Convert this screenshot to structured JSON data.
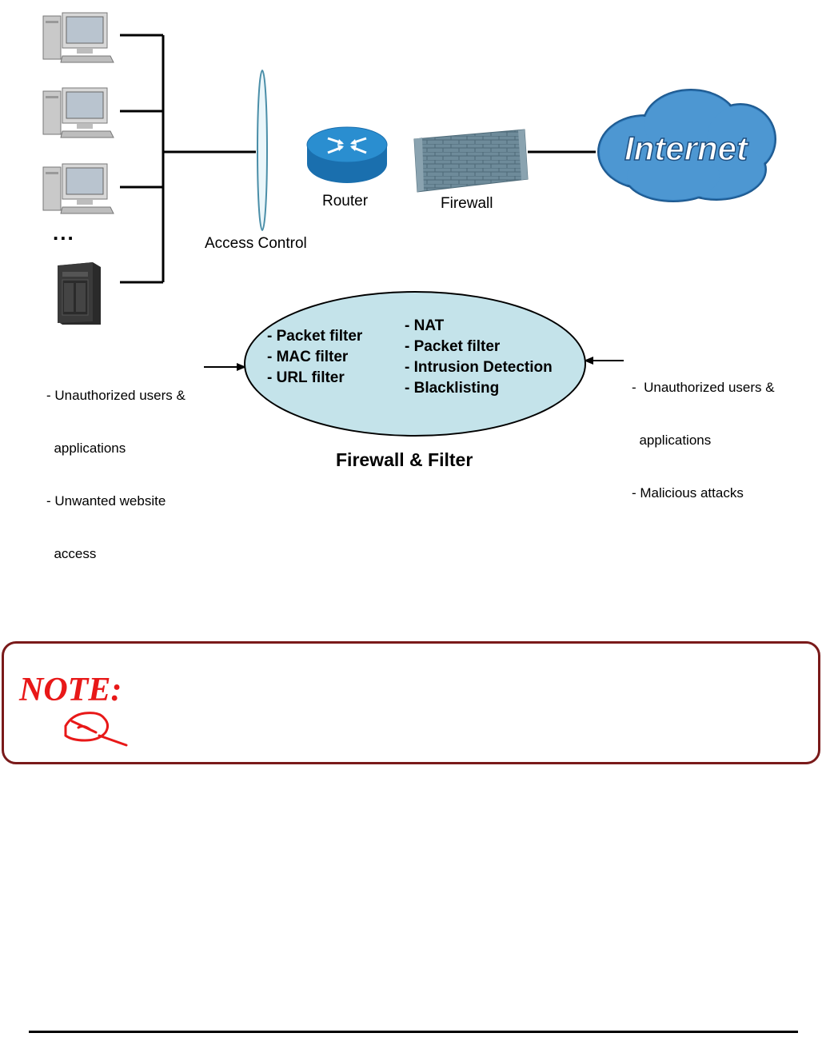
{
  "diagram": {
    "nodes": {
      "dots": "...",
      "access_control": "Access Control",
      "router": "Router",
      "firewall": "Firewall",
      "internet": "Internet"
    },
    "left_threats": [
      "- Unauthorized users &",
      "  applications",
      "- Unwanted website",
      "  access"
    ],
    "right_threats": [
      "-  Unauthorized users &",
      "  applications",
      "- Malicious attacks"
    ],
    "filter_left": [
      "- Packet filter",
      "- MAC filter",
      "- URL filter"
    ],
    "filter_right": [
      "- NAT",
      "- Packet filter",
      "- Intrusion Detection",
      "- Blacklisting"
    ],
    "title": "Firewall & Filter"
  },
  "note": {
    "logo_text": "NOTE:",
    "icon": "hand-writing-icon",
    "colors": {
      "border": "#7a1a1a",
      "logo": "#e81818"
    }
  },
  "colors": {
    "ellipse_fill": "#c4e3ea",
    "internet_cloud": "#2f78b8",
    "router": "#2a8ed0"
  }
}
